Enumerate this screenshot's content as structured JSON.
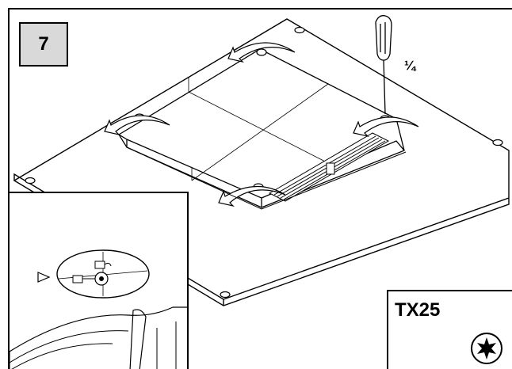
{
  "step": {
    "number": "7"
  },
  "instruction": {
    "fraction": "¼"
  },
  "tool": {
    "label": "TX25",
    "icon": "torx-star-icon"
  },
  "colors": {
    "line": "#000000",
    "step_box_fill": "#d9d9d9",
    "background": "#ffffff"
  }
}
